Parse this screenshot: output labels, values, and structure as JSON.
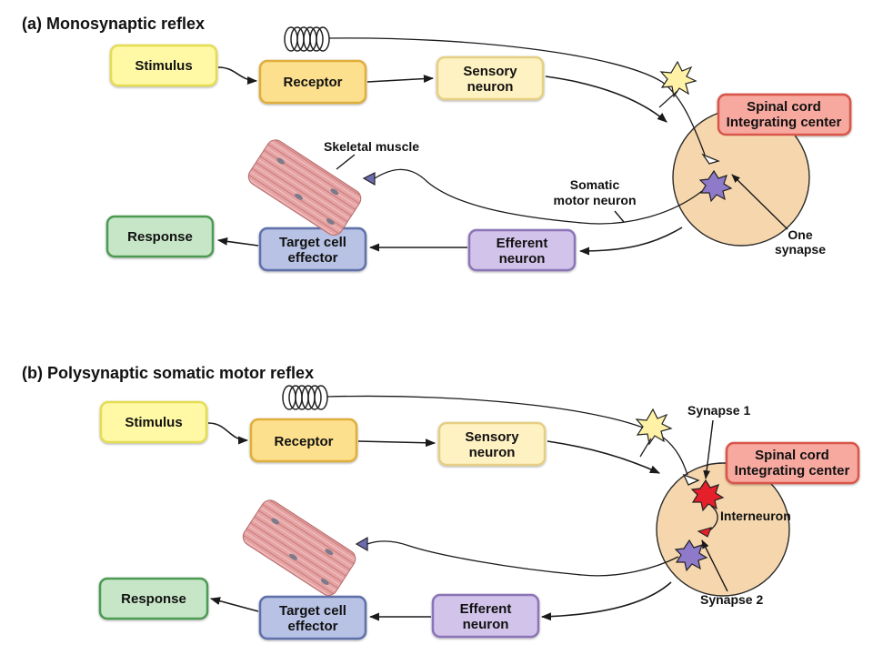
{
  "panels": [
    {
      "title": "(a) Monosynaptic reflex",
      "boxes": {
        "stimulus": "Stimulus",
        "receptor": "Receptor",
        "sensory": [
          "Sensory",
          "neuron"
        ],
        "spinal": [
          "Spinal cord",
          "Integrating center"
        ],
        "efferent": [
          "Efferent",
          "neuron"
        ],
        "target": [
          "Target cell",
          "effector"
        ],
        "response": "Response"
      },
      "labels": {
        "skeletal_muscle": "Skeletal muscle",
        "somatic_motor": [
          "Somatic",
          "motor neuron"
        ],
        "one_synapse": [
          "One",
          "synapse"
        ]
      }
    },
    {
      "title": "(b) Polysynaptic somatic motor reflex",
      "boxes": {
        "stimulus": "Stimulus",
        "receptor": "Receptor",
        "sensory": [
          "Sensory",
          "neuron"
        ],
        "spinal": [
          "Spinal cord",
          "Integrating center"
        ],
        "efferent": [
          "Efferent",
          "neuron"
        ],
        "target": [
          "Target cell",
          "effector"
        ],
        "response": "Response"
      },
      "labels": {
        "synapse1": "Synapse 1",
        "interneuron": "Interneuron",
        "synapse2": "Synapse 2"
      }
    }
  ],
  "colors": {
    "stimulus": "#fff9a6",
    "stimulus_border": "#e4dd52",
    "receptor": "#fde08e",
    "receptor_border": "#dfae3c",
    "sensory": "#fff2c2",
    "sensory_border": "#e6cf84",
    "spinal": "#f7a9a0",
    "spinal_border": "#d8564a",
    "efferent": "#d2c3ea",
    "efferent_border": "#8b74b7",
    "target": "#b7c2e4",
    "target_border": "#5f70aa",
    "response": "#c7e6c7",
    "response_border": "#4e9a52",
    "cord": "#f6d7ad",
    "cord_border": "#2a2a2a",
    "muscle": "#e6a3a3",
    "sensory_star": "#fff1a6",
    "motor_star": "#8f79c9",
    "synapse_red": "#e5202a"
  }
}
